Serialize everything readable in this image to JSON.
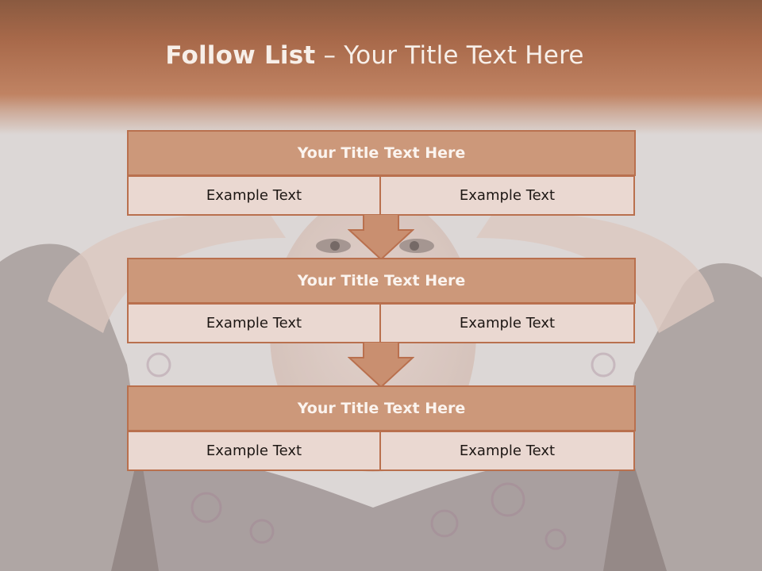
{
  "slide": {
    "title_bold": "Follow List",
    "title_rest": " – Your Title Text Here"
  },
  "blocks": [
    {
      "title": "Your Title Text Here",
      "left_text": "Example Text",
      "right_text": "Example Text"
    },
    {
      "title": "Your Title Text Here",
      "left_text": "Example Text",
      "right_text": "Example Text"
    },
    {
      "title": "Your Title Text Here",
      "left_text": "Example Text",
      "right_text": "Example Text"
    }
  ],
  "colors": {
    "header": "#b07656",
    "title_box": "#cc987a",
    "cell": "#ead8d1",
    "border": "#b9704e",
    "arrow": "#c98f70"
  }
}
